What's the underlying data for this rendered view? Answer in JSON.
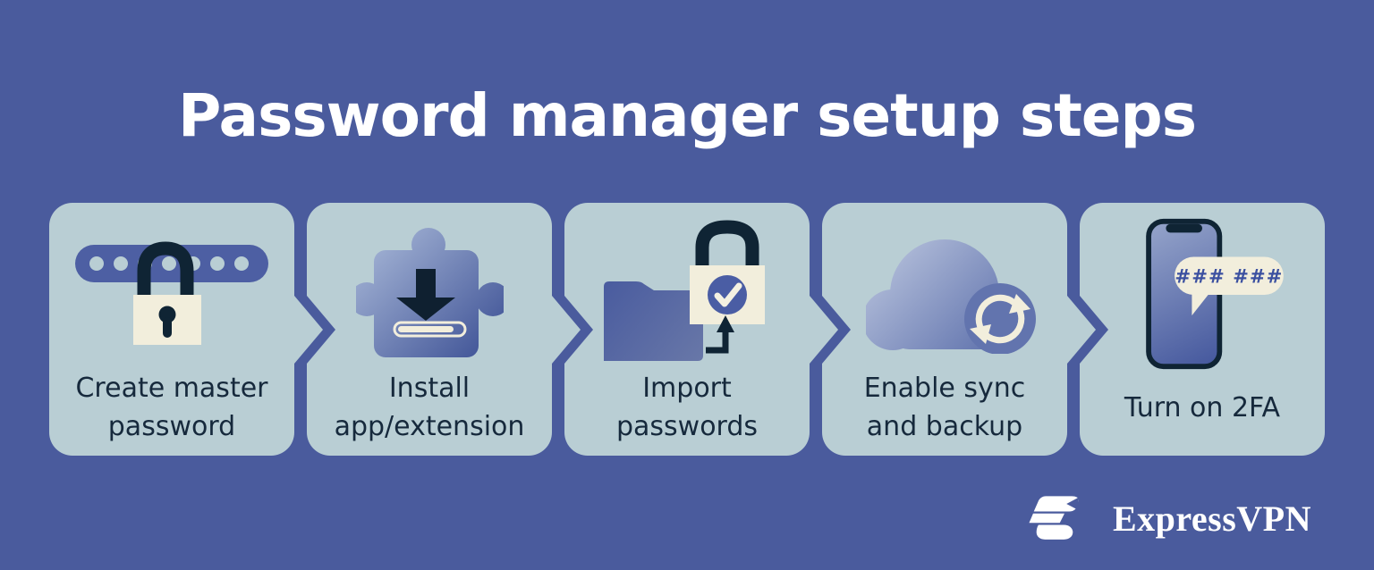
{
  "title": "Password manager setup steps",
  "steps": [
    {
      "label": "Create master\npassword",
      "icon": "password-field-lock-icon"
    },
    {
      "label": "Install\napp/extension",
      "icon": "puzzle-download-icon"
    },
    {
      "label": "Import\npasswords",
      "icon": "folder-import-lock-icon"
    },
    {
      "label": "Enable sync\nand backup",
      "icon": "cloud-sync-icon"
    },
    {
      "label": "Turn on 2FA",
      "icon": "phone-2fa-icon"
    }
  ],
  "phone_code": "### ###",
  "brand": {
    "name": "ExpressVPN"
  },
  "colors": {
    "background": "#4A5B9D",
    "card": "#B9CED4",
    "icon_navy": "#0F2434",
    "label_text": "#16293C",
    "cream": "#F2EEDC",
    "accent_blue": "#4C5EA0",
    "title_text": "#FFFFFF"
  }
}
